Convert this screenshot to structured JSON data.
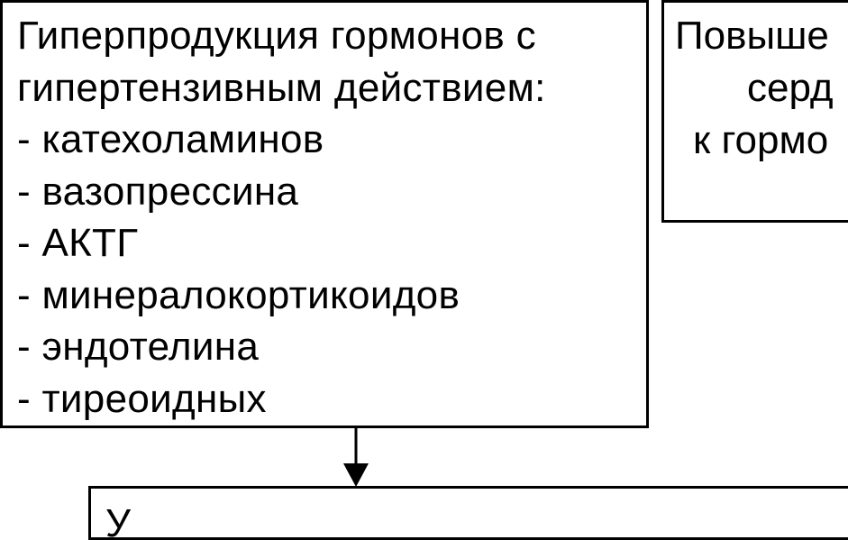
{
  "diagram": {
    "left_box": {
      "lines": [
        "Гиперпродукция гормонов с",
        "гипертензивным действием:",
        "- катехоламинов",
        "- вазопрессина",
        "- АКТГ",
        "- минералокортикоидов",
        "- эндотелина",
        "- тиреоидных"
      ]
    },
    "right_box": {
      "lines": [
        "Повыше",
        "серд",
        "к гормо"
      ]
    },
    "bottom_box": {
      "lines": [
        "У"
      ]
    },
    "colors": {
      "border": "#000000",
      "text": "#000000",
      "background": "#ffffff"
    }
  }
}
